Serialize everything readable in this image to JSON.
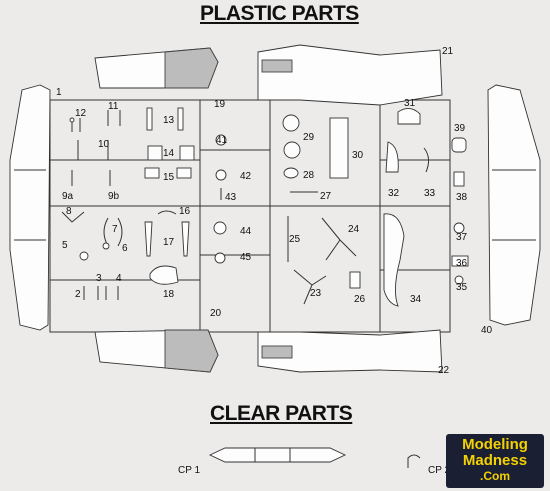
{
  "titles": {
    "plastic": "PLASTIC PARTS",
    "clear": "CLEAR PARTS"
  },
  "parts": {
    "p1": "1",
    "p2": "2",
    "p3": "3",
    "p4": "4",
    "p5": "5",
    "p6": "6",
    "p7": "7",
    "p8": "8",
    "p9a": "9a",
    "p9b": "9b",
    "p10": "10",
    "p11": "11",
    "p12": "12",
    "p13": "13",
    "p14": "14",
    "p15": "15",
    "p16": "16",
    "p17": "17",
    "p18": "18",
    "p19": "19",
    "p20": "20",
    "p21": "21",
    "p22": "22",
    "p23": "23",
    "p24": "24",
    "p25": "25",
    "p26": "26",
    "p27": "27",
    "p28": "28",
    "p29": "29",
    "p30": "30",
    "p31": "31",
    "p32": "32",
    "p33": "33",
    "p34": "34",
    "p35": "35",
    "p36": "36",
    "p37": "37",
    "p38": "38",
    "p39": "39",
    "p40": "40",
    "p41": "41",
    "p42": "42",
    "p43": "43",
    "p44": "44",
    "p45": "45",
    "cp1": "CP 1",
    "cp2": "CP 2"
  },
  "logo": {
    "line1": "Modeling",
    "line2": "Madness",
    "line3": ".Com"
  },
  "colors": {
    "background": "#ecebea",
    "logo_bg": "#1b1f34",
    "logo_text": "#f4d100"
  }
}
